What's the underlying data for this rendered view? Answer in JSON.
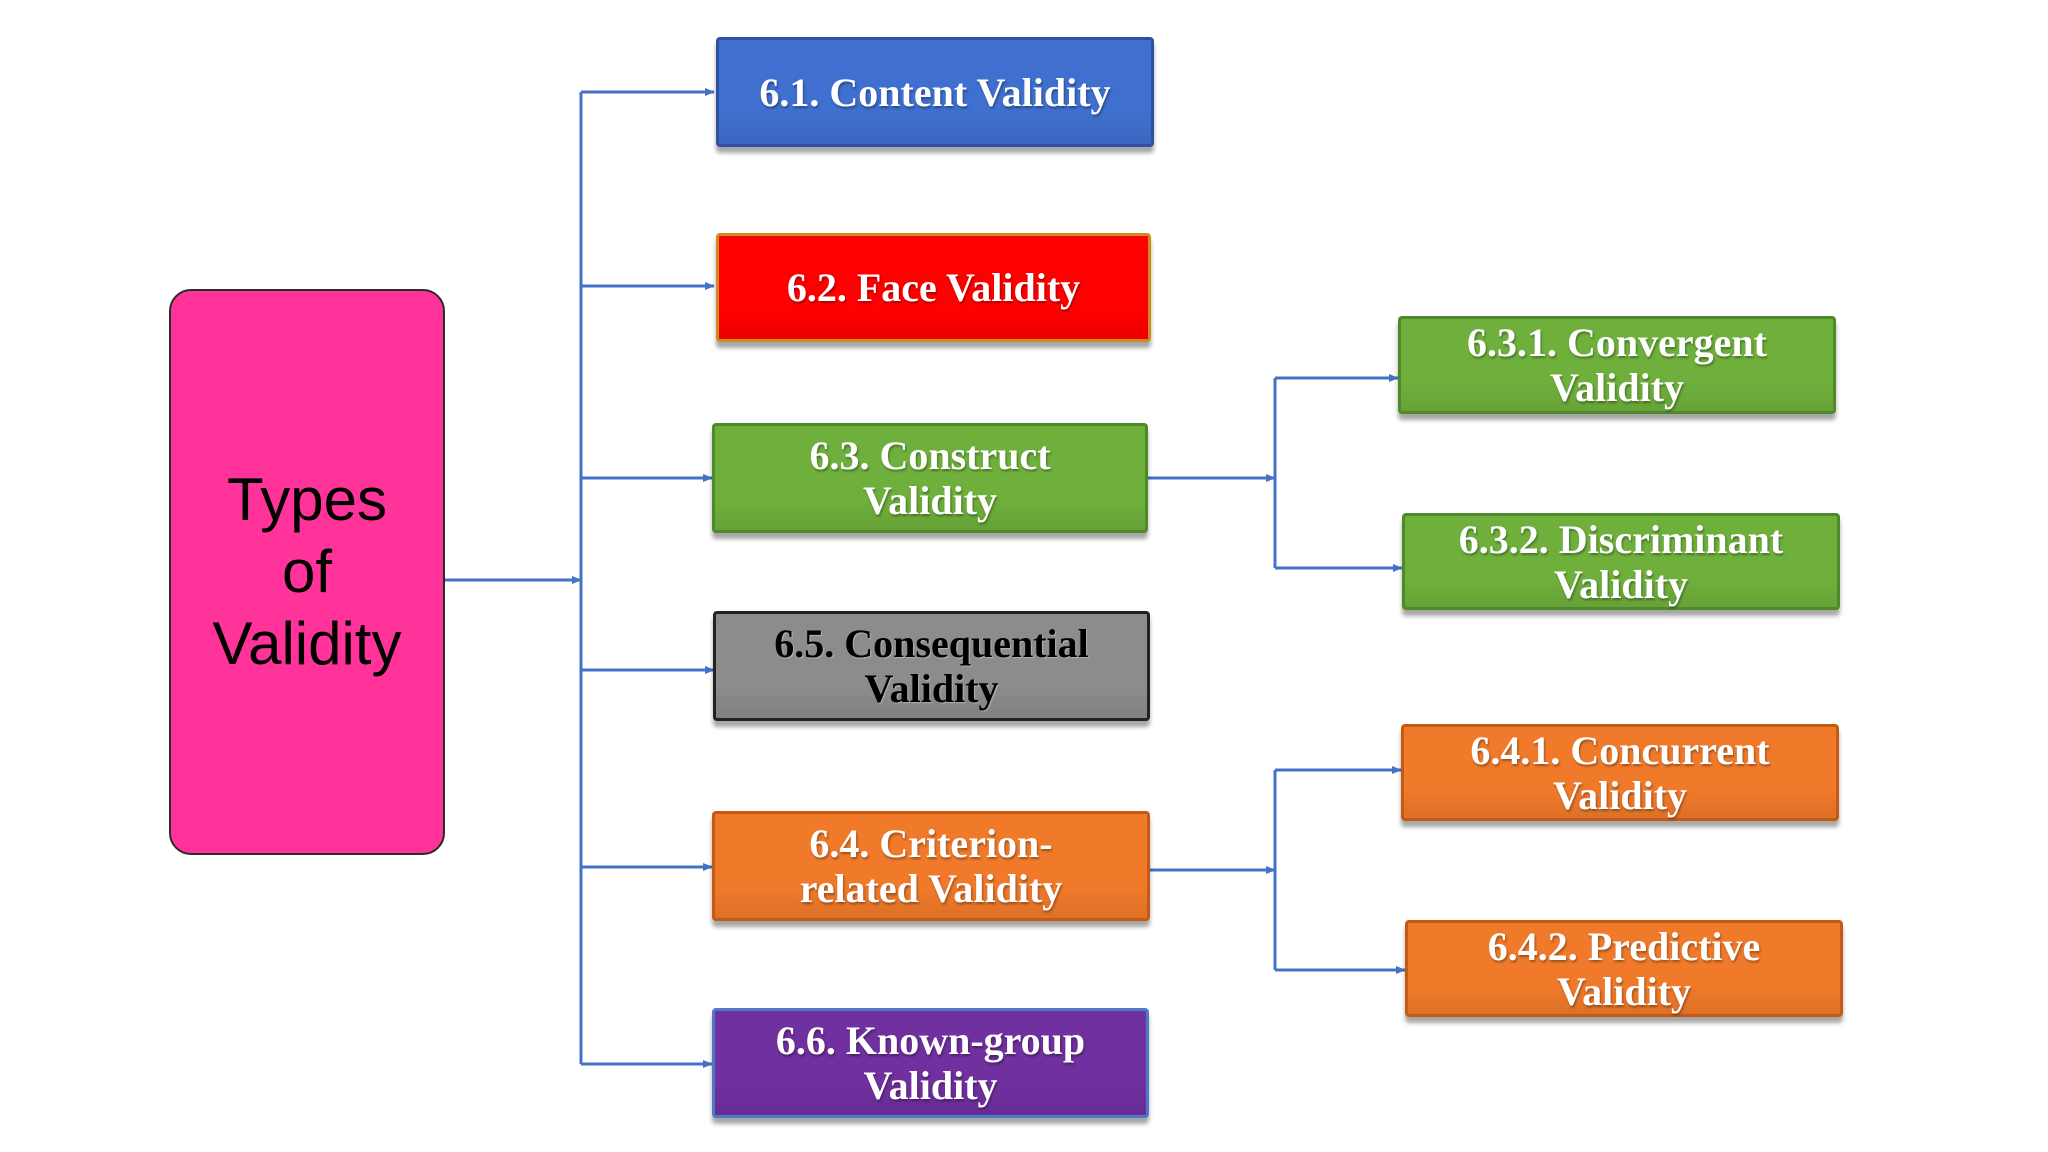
{
  "root": {
    "label": "Types\nof\nValidity",
    "color": "#ff3399"
  },
  "nodes": {
    "content": {
      "label": "6.1. Content Validity",
      "color": "#3f6fcf",
      "border": "#2f52a0"
    },
    "face": {
      "label": "6.2. Face Validity",
      "color": "#ff0000",
      "border": "#d08a1f"
    },
    "construct": {
      "label": "6.3. Construct\nValidity",
      "color": "#6fb03c",
      "border": "#4f8a2a"
    },
    "consequential": {
      "label": "6.5. Consequential\nValidity",
      "color": "#8c8c8c",
      "border": "#222222"
    },
    "criterion": {
      "label": "6.4. Criterion-\nrelated Validity",
      "color": "#f07a2a",
      "border": "#c45a14"
    },
    "known_group": {
      "label": "6.6. Known-group\nValidity",
      "color": "#7030a0",
      "border": "#4d7ac7"
    },
    "convergent": {
      "label": "6.3.1. Convergent\nValidity",
      "color": "#6fb03c",
      "border": "#4f8a2a"
    },
    "discriminant": {
      "label": "6.3.2. Discriminant\nValidity",
      "color": "#6fb03c",
      "border": "#4f8a2a"
    },
    "concurrent": {
      "label": "6.4.1. Concurrent\nValidity",
      "color": "#f07a2a",
      "border": "#c45a14"
    },
    "predictive": {
      "label": "6.4.2. Predictive\nValidity",
      "color": "#f07a2a",
      "border": "#c45a14"
    }
  },
  "connector_color": "#4472c4"
}
